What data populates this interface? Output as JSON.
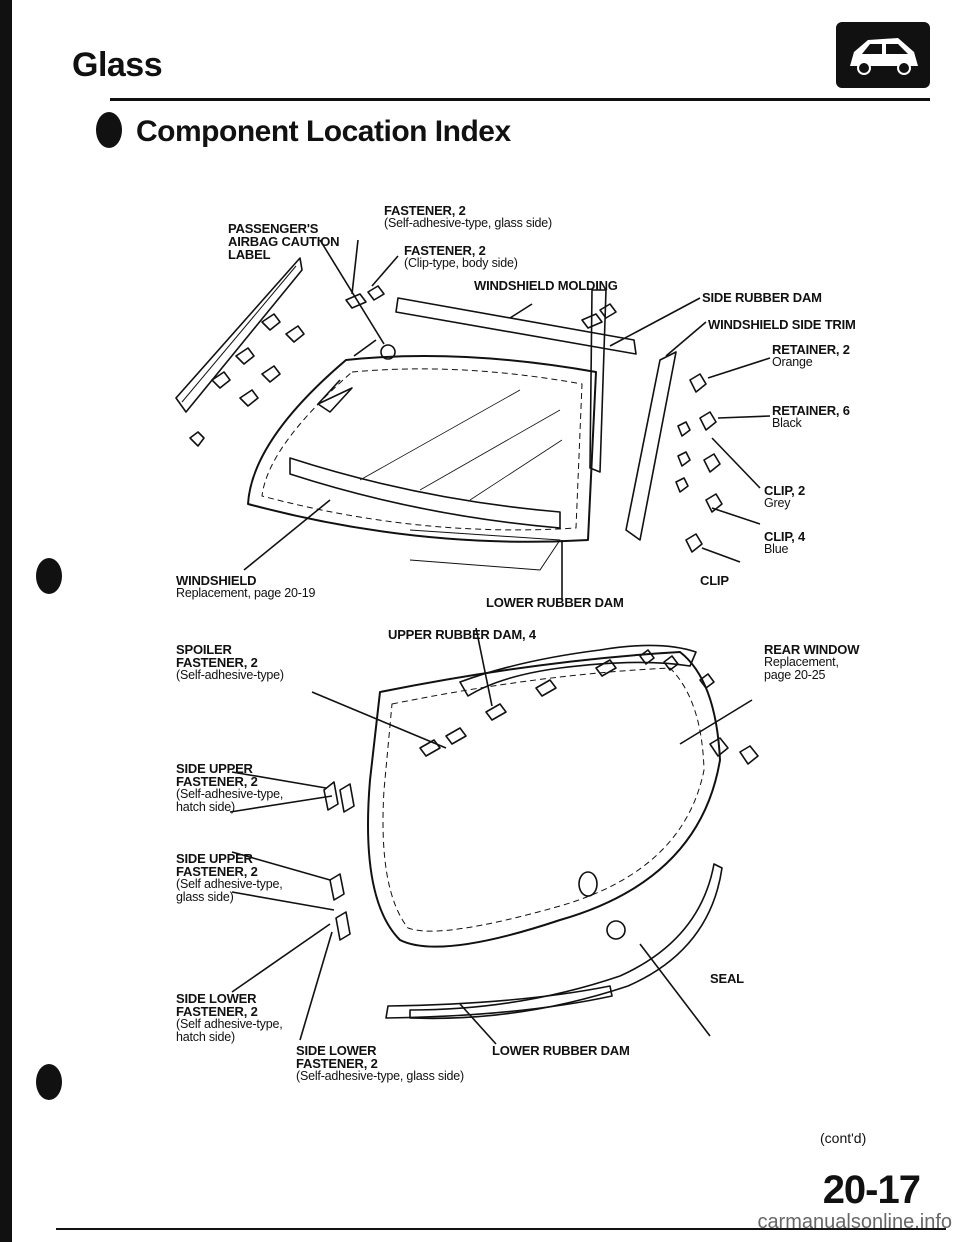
{
  "header": {
    "title": "Glass",
    "section_title": "Component Location Index",
    "icon": "car-hatchback-icon"
  },
  "labels": {
    "passenger_airbag": "PASSENGER'S AIRBAG CAUTION LABEL",
    "fastener_glass_side": "FASTENER, 2",
    "fastener_glass_side_sub": "(Self-adhesive-type, glass side)",
    "fastener_body_side": "FASTENER, 2",
    "fastener_body_side_sub": "(Clip-type, body side)",
    "windshield_molding": "WINDSHIELD MOLDING",
    "side_rubber_dam": "SIDE RUBBER DAM",
    "windshield_side_trim": "WINDSHIELD SIDE TRIM",
    "retainer_orange": "RETAINER, 2",
    "retainer_orange_sub": "Orange",
    "retainer_black": "RETAINER, 6",
    "retainer_black_sub": "Black",
    "clip_grey": "CLIP, 2",
    "clip_grey_sub": "Grey",
    "clip_blue": "CLIP, 4",
    "clip_blue_sub": "Blue",
    "clip": "CLIP",
    "windshield": "WINDSHIELD",
    "windshield_sub": "Replacement, page 20-19",
    "lower_rubber_dam_front": "LOWER RUBBER DAM",
    "upper_rubber_dam": "UPPER RUBBER DAM, 4",
    "spoiler_fastener_l1": "SPOILER",
    "spoiler_fastener_l2": "FASTENER, 2",
    "spoiler_fastener_sub": "(Self-adhesive-type)",
    "rear_window": "REAR WINDOW",
    "rear_window_sub1": "Replacement,",
    "rear_window_sub2": "page 20-25",
    "side_upper_hatch_l1": "SIDE UPPER",
    "side_upper_hatch_l2": "FASTENER, 2",
    "side_upper_hatch_sub1": "(Self-adhesive-type,",
    "side_upper_hatch_sub2": "hatch side)",
    "side_upper_glass_l1": "SIDE UPPER",
    "side_upper_glass_l2": "FASTENER, 2",
    "side_upper_glass_sub1": "(Self adhesive-type,",
    "side_upper_glass_sub2": "glass side)",
    "seal": "SEAL",
    "side_lower_hatch_l1": "SIDE LOWER",
    "side_lower_hatch_l2": "FASTENER, 2",
    "side_lower_hatch_sub1": "(Self adhesive-type,",
    "side_lower_hatch_sub2": "hatch side)",
    "side_lower_glass_l1": "SIDE LOWER",
    "side_lower_glass_l2": "FASTENER, 2",
    "side_lower_glass_sub": "(Self-adhesive-type, glass side)",
    "lower_rubber_dam_rear": "LOWER RUBBER DAM"
  },
  "footer": {
    "contd": "(cont'd)",
    "page_number": "20-17",
    "watermark": "carmanualsonline.info"
  }
}
